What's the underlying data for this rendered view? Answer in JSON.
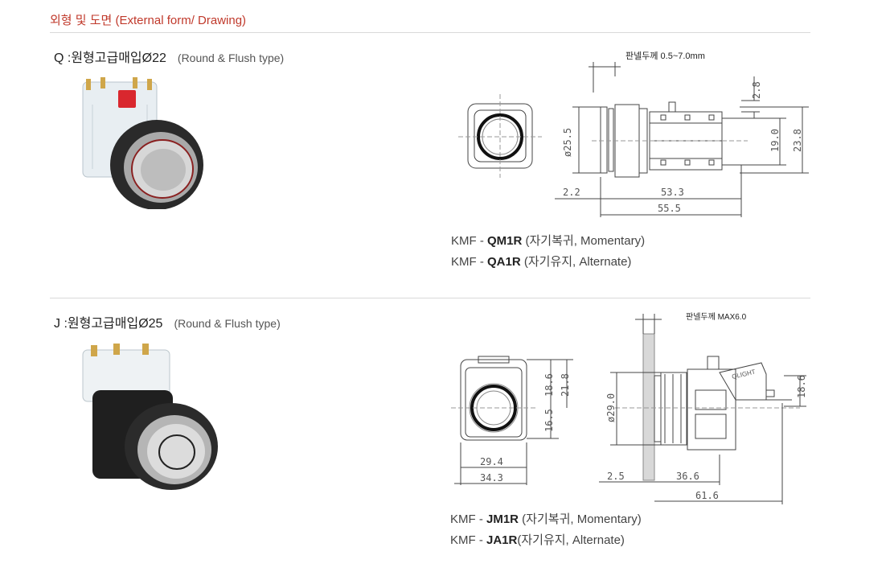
{
  "header": "외형 및 도면 (External form/ Drawing)",
  "q": {
    "title": "Q :원형고급매입Ø22",
    "subtitle": "(Round & Flush type)",
    "panel_label": "판넬두께 0.5~7.0mm",
    "dims": {
      "d_front": "ø25.5",
      "d28": "2.8",
      "d190": "19.0",
      "d238": "23.8",
      "d22": "2.2",
      "d533": "53.3",
      "d555": "55.5"
    },
    "models": [
      {
        "prefix": "KMF - ",
        "code": "QM1R",
        "desc": " (자기복귀, Momentary)"
      },
      {
        "prefix": "KMF - ",
        "code": "QA1R",
        "desc": " (자기유지, Alternate)"
      }
    ]
  },
  "j": {
    "title": "J :원형고급매입Ø25",
    "subtitle": "(Round & Flush type)",
    "panel_label": "판넬두께 MAX6.0",
    "brand": "QLIGHT",
    "dims": {
      "d186a": "18.6",
      "d218": "21.8",
      "d165": "16.5",
      "d294": "29.4",
      "d343": "34.3",
      "d290": "ø29.0",
      "d25": "2.5",
      "d366": "36.6",
      "d616": "61.6",
      "d186b": "18.6"
    },
    "models": [
      {
        "prefix": "KMF - ",
        "code": "JM1R",
        "desc": " (자기복귀, Momentary)"
      },
      {
        "prefix": "KMF - ",
        "code": "JA1R",
        "desc": "(자기유지, Alternate)"
      }
    ]
  }
}
